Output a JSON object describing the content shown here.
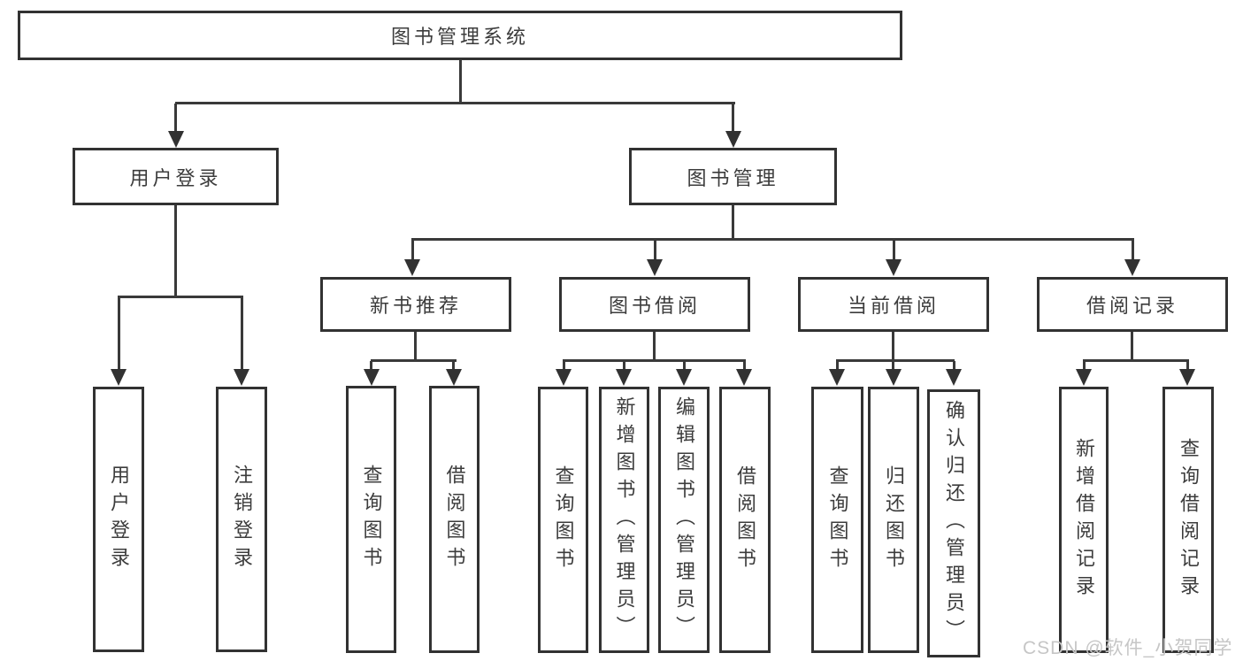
{
  "diagram": {
    "type": "tree",
    "root": {
      "label": "图书管理系统"
    },
    "branches": [
      {
        "label": "用户登录",
        "children": [
          {
            "label": "用户登录"
          },
          {
            "label": "注销登录"
          }
        ]
      },
      {
        "label": "图书管理",
        "children": [
          {
            "label": "新书推荐",
            "children": [
              {
                "label": "查询图书"
              },
              {
                "label": "借阅图书"
              }
            ]
          },
          {
            "label": "图书借阅",
            "children": [
              {
                "label": "查询图书"
              },
              {
                "label": "新增图书（管理员）"
              },
              {
                "label": "编辑图书（管理员）"
              },
              {
                "label": "借阅图书"
              }
            ]
          },
          {
            "label": "当前借阅",
            "children": [
              {
                "label": "查询图书"
              },
              {
                "label": "归还图书"
              },
              {
                "label": "确认归还（管理员）"
              }
            ]
          },
          {
            "label": "借阅记录",
            "children": [
              {
                "label": "新增借阅记录"
              },
              {
                "label": "查询借阅记录"
              }
            ]
          }
        ]
      }
    ],
    "colors": {
      "line": "#3a3a3a",
      "border": "#323232",
      "text": "#3c3c3c",
      "background": "#ffffff",
      "watermark": "#c6c6c6"
    }
  },
  "watermark": {
    "text": "CSDN @软件_小贺同学"
  }
}
